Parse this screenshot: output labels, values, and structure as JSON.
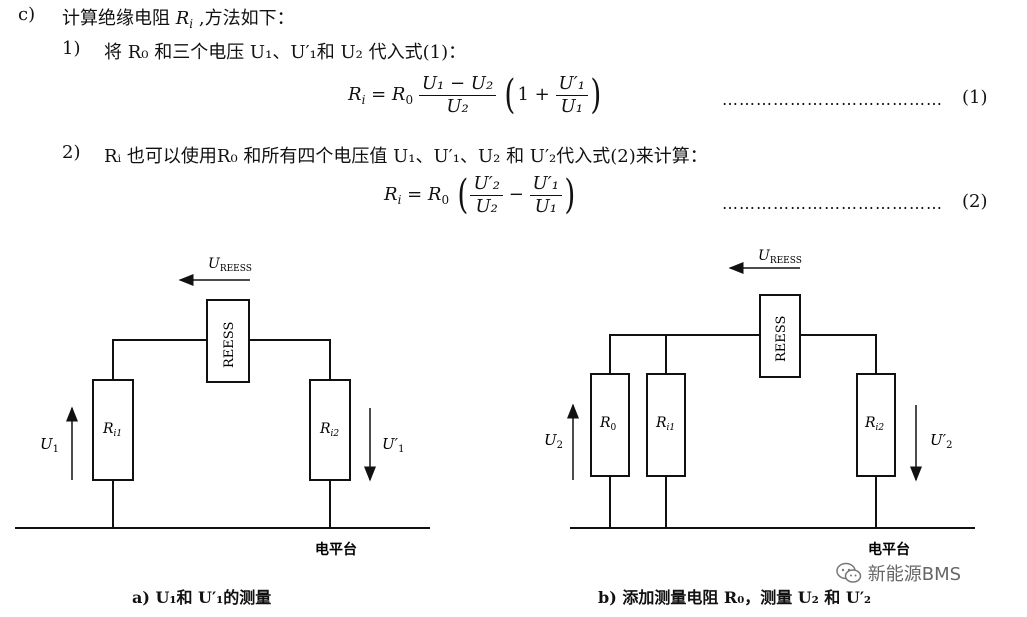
{
  "method": {
    "label": "c)",
    "heading_main": "计算绝缘电阻 ",
    "heading_var": "R",
    "heading_sub": "i",
    "heading_tail": " ,方法如下："
  },
  "step1": {
    "num": "1)",
    "text": "将 R₀ 和三个电压 U₁、U′₁和 U₂ 代入式(1)："
  },
  "eq1": {
    "lhs": "R",
    "lhs_sub": "i",
    "eq": " = R",
    "r_sub": "0",
    "num": "U₁ − U₂",
    "den": "U₂",
    "inner_one": "1 +",
    "inner_num": "U′₁",
    "inner_den": "U₁",
    "ref": "(1)"
  },
  "step2": {
    "num": "2)",
    "text": "Rᵢ 也可以使用R₀ 和所有四个电压值 U₁、U′₁、U₂ 和 U′₂代入式(2)来计算："
  },
  "eq2": {
    "lhs": "R",
    "lhs_sub": "i",
    "eq": " = R",
    "r_sub": "0",
    "a_num": "U′₂",
    "a_den": "U₂",
    "minus": "−",
    "b_num": "U′₁",
    "b_den": "U₁",
    "ref": "(2)"
  },
  "leader_dots": "…………………………………",
  "diagram_a": {
    "u_reess": "U",
    "u_reess_sub": "REESS",
    "reess": "REESS",
    "ri1": "R",
    "ri1_sub": "i1",
    "ri2": "R",
    "ri2_sub": "i2",
    "u1": "U",
    "u1_sub": "1",
    "u1p": "U′",
    "u1p_sub": "1",
    "platform": "电平台",
    "caption": "a)   U₁和 U′₁的测量"
  },
  "diagram_b": {
    "u_reess": "U",
    "u_reess_sub": "REESS",
    "reess": "REESS",
    "r0": "R",
    "r0_sub": "0",
    "ri1": "R",
    "ri1_sub": "i1",
    "ri2": "R",
    "ri2_sub": "i2",
    "u2": "U",
    "u2_sub": "2",
    "u2p": "U′",
    "u2p_sub": "2",
    "platform": "电平台",
    "caption": "b)   添加测量电阻 R₀，测量 U₂ 和 U′₂"
  },
  "watermark": {
    "icon": "wechat-icon",
    "text": "新能源BMS"
  }
}
